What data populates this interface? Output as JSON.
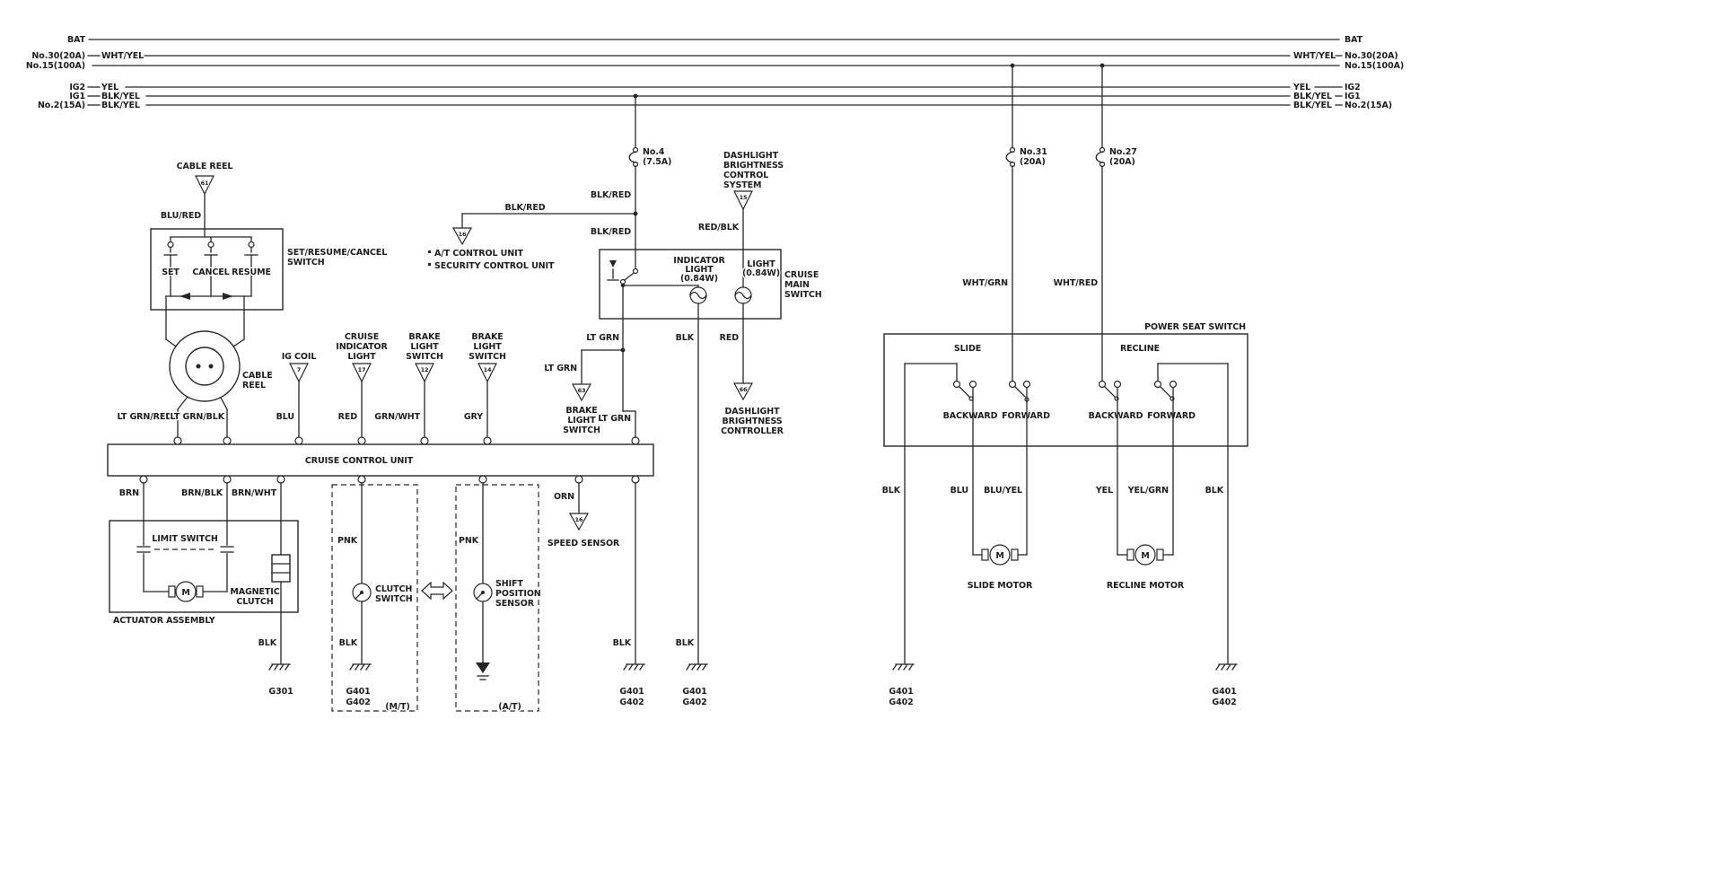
{
  "bus": {
    "bat": "BAT",
    "no30": "No.30(20A)",
    "whtyel": "WHT/YEL",
    "no15": "No.15(100A)",
    "ig2": "IG2",
    "yel": "YEL",
    "ig1": "IG1",
    "blkyel": "BLK/YEL",
    "no2": "No.2(15A)"
  },
  "fuses": {
    "no4": [
      "No.4",
      "(7.5A)"
    ],
    "no31": [
      "No.31",
      "(20A)"
    ],
    "no27": [
      "No.27",
      "(20A)"
    ]
  },
  "cruise": {
    "cable_reel_conn": "CABLE REEL",
    "blu_red": "BLU/RED",
    "src_switch": [
      "SET/RESUME/CANCEL",
      "SWITCH"
    ],
    "set": "SET",
    "cancel": "CANCEL",
    "resume": "RESUME",
    "cable_reel": [
      "CABLE",
      "REEL"
    ],
    "lt_grn_red": "LT GRN/RED",
    "lt_grn_blk": "LT GRN/BLK",
    "ig_coil": "IG COIL",
    "cruise_ind": [
      "CRUISE",
      "INDICATOR",
      "LIGHT"
    ],
    "brake_sw": [
      "BRAKE",
      "LIGHT",
      "SWITCH"
    ],
    "blu": "BLU",
    "red": "RED",
    "grn_wht": "GRN/WHT",
    "gry": "GRY",
    "unit": "CRUISE CONTROL UNIT",
    "brn": "BRN",
    "brn_blk": "BRN/BLK",
    "brn_wht": "BRN/WHT",
    "limit": "LIMIT SWITCH",
    "mag_clutch": [
      "MAGNETIC",
      "CLUTCH"
    ],
    "actuator": "ACTUATOR ASSEMBLY",
    "blk": "BLK",
    "pnk": "PNK",
    "clutch_sw": [
      "CLUTCH",
      "SWITCH"
    ],
    "shift_sensor": [
      "SHIFT",
      "POSITION",
      "SENSOR"
    ],
    "mt": "(M/T)",
    "at": "(A/T)",
    "orn": "ORN",
    "speed_sensor": "SPEED SENSOR"
  },
  "main_sw": {
    "blk_red": "BLK/RED",
    "at_unit": "A/T CONTROL UNIT",
    "security": "SECURITY CONTROL UNIT",
    "dash_sys": [
      "DASHLIGHT",
      "BRIGHTNESS",
      "CONTROL",
      "SYSTEM"
    ],
    "red_blk": "RED/BLK",
    "indicator": [
      "INDICATOR",
      "LIGHT",
      "(0.84W)"
    ],
    "light": [
      "LIGHT",
      "(0.84W)"
    ],
    "cruise_main": [
      "CRUISE",
      "MAIN",
      "SWITCH"
    ],
    "lt_grn": "LT GRN",
    "blk": "BLK",
    "red": "RED",
    "dash_ctrl": [
      "DASHLIGHT",
      "BRIGHTNESS",
      "CONTROLLER"
    ]
  },
  "seat": {
    "wht_grn": "WHT/GRN",
    "wht_red": "WHT/RED",
    "title": "POWER SEAT SWITCH",
    "slide": "SLIDE",
    "recline": "RECLINE",
    "backward": "BACKWARD",
    "forward": "FORWARD",
    "blk": "BLK",
    "blu": "BLU",
    "blu_yel": "BLU/YEL",
    "yel": "YEL",
    "yel_grn": "YEL/GRN",
    "slide_motor": "SLIDE MOTOR",
    "recline_motor": "RECLINE MOTOR"
  },
  "gnd": {
    "g301": "G301",
    "g401": "G401",
    "g402": "G402"
  },
  "sym": {
    "m": "M"
  },
  "conn_nums": {
    "cable_reel": "61",
    "branch": "16",
    "dash_sys": "15",
    "ig_coil": "7",
    "cruise_ind": "17",
    "brake1": "12",
    "brake2": "14",
    "brake_mid": "63",
    "dash_ctrl": "66",
    "speed": "16"
  }
}
